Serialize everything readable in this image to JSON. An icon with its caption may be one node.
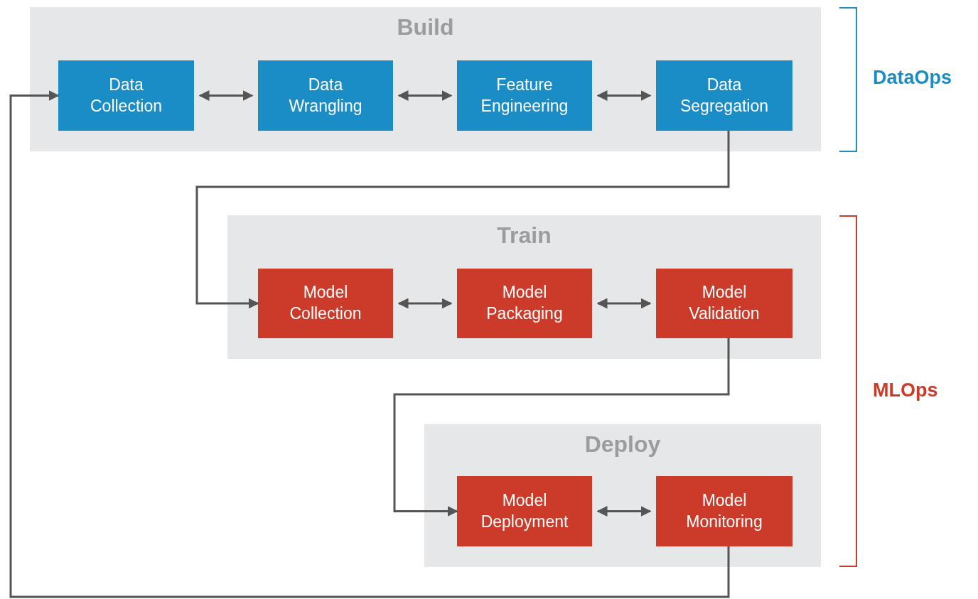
{
  "diagram": {
    "nodes": [
      {
        "text": [
          "Build"
        ]
      },
      {
        "text": [
          "Data Collection"
        ],
        "in": 0
      },
      {
        "text": [
          "Data Wrangling"
        ],
        "in": 0
      },
      {
        "text": [
          "Feature Engineering"
        ],
        "in": 0
      },
      {
        "text": [
          "Data Segregation"
        ],
        "in": 0
      },
      {
        "text": [
          "Train"
        ]
      },
      {
        "text": [
          "Model Collection"
        ],
        "in": 5
      },
      {
        "text": [
          "Model Packaging"
        ],
        "in": 5
      },
      {
        "text": [
          "Model Validation"
        ],
        "in": 5
      },
      {
        "text": [
          "Deploy"
        ]
      },
      {
        "text": [
          "Model Deployment"
        ],
        "in": 9
      },
      {
        "text": [
          "Model Monitoring"
        ],
        "in": 9
      }
    ],
    "edges": [
      {
        "from": 1,
        "to": 2,
        "arrow": "both"
      },
      {
        "from": 2,
        "to": 3,
        "arrow": "both"
      },
      {
        "from": 3,
        "to": 4,
        "arrow": "both"
      },
      {
        "from": 4,
        "to": 6,
        "arrow": "to"
      },
      {
        "from": 6,
        "to": 7,
        "arrow": "both"
      },
      {
        "from": 7,
        "to": 8,
        "arrow": "both"
      },
      {
        "from": 8,
        "to": 10,
        "arrow": "to"
      },
      {
        "from": 10,
        "to": 11,
        "arrow": "both"
      },
      {
        "from": 11,
        "to": 1,
        "arrow": "to"
      }
    ],
    "labels": [
      "DataOps",
      "MLOps"
    ]
  }
}
